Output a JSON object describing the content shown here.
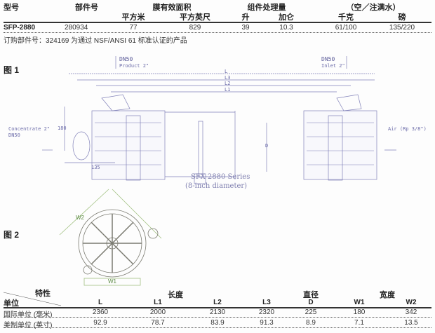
{
  "spec_table": {
    "headers": {
      "model": "型号",
      "part": "部件号",
      "membrane_area": "膜有效面积",
      "sq_m": "平方米",
      "sq_ft": "平方英尺",
      "flow": "组件处理量",
      "liters": "升",
      "gallons": "加仑",
      "weight": "（空／注满水）",
      "kg": "千克",
      "lb": "磅"
    },
    "row": {
      "model": "SFP-2880",
      "part": "280934",
      "sq_m": "77",
      "sq_ft": "829",
      "liters": "39",
      "gallons": "10.3",
      "kg": "61/100",
      "lb": "135/220"
    },
    "note": "订购部件号：324169 为通过 NSF/ANSI 61 标准认证的产品"
  },
  "figure1": {
    "label": "图 1",
    "product": "Product 2\"",
    "product_dn": "DN50",
    "inlet": "Inlet 2\"",
    "inlet_dn": "DN50",
    "concentrate": "Concentrate 2\"",
    "concentrate_dn": "DN50",
    "air": "Air (Rp 3/8\")",
    "dims": {
      "L": "L",
      "L3": "L3",
      "L2": "L2",
      "L1": "L1",
      "h": "180",
      "D": "D",
      "w": "135"
    },
    "caption1": "SFX-2880 Series",
    "caption2": "(8-inch diameter)"
  },
  "figure2": {
    "label": "图 2",
    "w1": "W1",
    "w2": "W2"
  },
  "dim_table": {
    "corner_top": "特性",
    "corner_bottom": "单位",
    "groups": {
      "length": "长度",
      "diameter": "直径",
      "width": "宽度"
    },
    "columns": [
      "L",
      "L1",
      "L2",
      "L3",
      "D",
      "W1",
      "W2"
    ],
    "rows": [
      {
        "unit": "国际单位 (毫米)",
        "values": [
          "2360",
          "2000",
          "2130",
          "2320",
          "225",
          "180",
          "342"
        ]
      },
      {
        "unit": "美制单位 (英寸)",
        "values": [
          "92.9",
          "78.7",
          "83.9",
          "91.3",
          "8.9",
          "7.1",
          "13.5"
        ]
      }
    ]
  }
}
